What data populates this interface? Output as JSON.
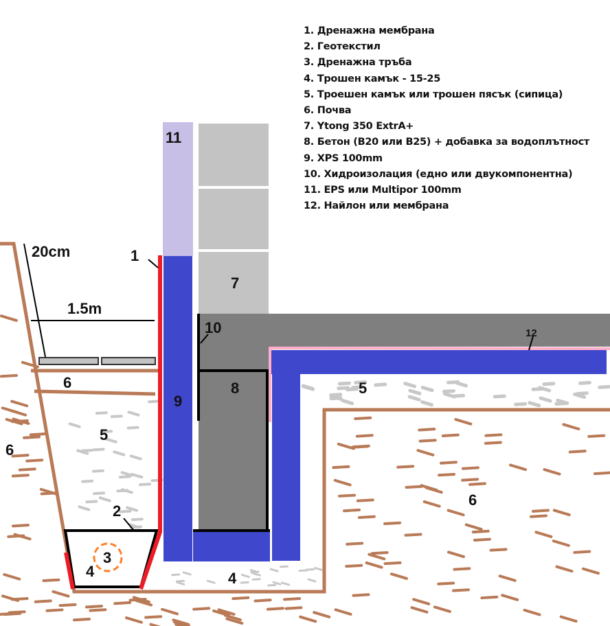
{
  "legend": [
    "1. Дренажна мембрана",
    "2. Геотекстил",
    "3. Дренажна тръба",
    "4. Трошен камък - 15-25",
    "5. Троешен камък или трошен пясък (сипица)",
    "6. Почва",
    "7. Ytong 350 ExtrA+",
    "8. Бетон (B20 или B25) + добавка за водоплътност",
    "9. XPS 100mm",
    "10. Хидроизолация (едно или двукомпонентна)",
    "11. EPS или Multipor 100mm",
    "12. Найлон или мембрана"
  ],
  "labels": {
    "depth": "20cm",
    "width": "1.5m",
    "n1": "1",
    "n2": "2",
    "n3": "3",
    "n4": "4",
    "n5": "5",
    "n6": "6",
    "n7": "7",
    "n8": "8",
    "n9": "9",
    "n10": "10",
    "n11": "11",
    "n12": "12"
  },
  "colors": {
    "soil": "#b97a57",
    "xps": "#3f48cc",
    "eps": "#c8bfe7",
    "ytong": "#c3c3c3",
    "concrete": "#7f7f7f",
    "membrane": "#ed1c24",
    "foil": "#ffaec9",
    "gravel": "#c8c8c8",
    "pipe": "#ff7f27"
  }
}
